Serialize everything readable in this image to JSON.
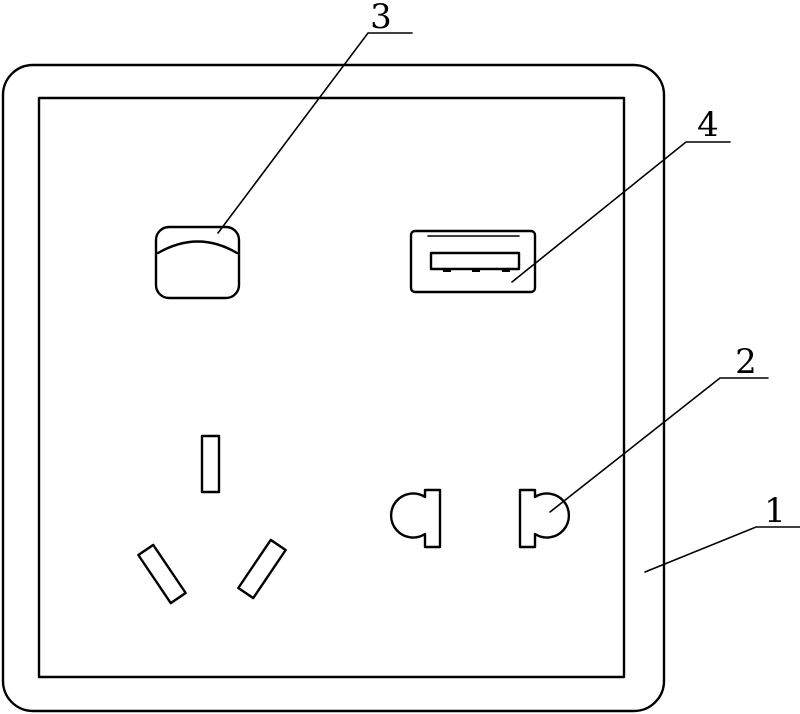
{
  "labels": {
    "panel": "1",
    "two_pin_socket": "2",
    "switch": "3",
    "usb_port": "4"
  },
  "colors": {
    "line": "#000000",
    "background": "#ffffff"
  }
}
